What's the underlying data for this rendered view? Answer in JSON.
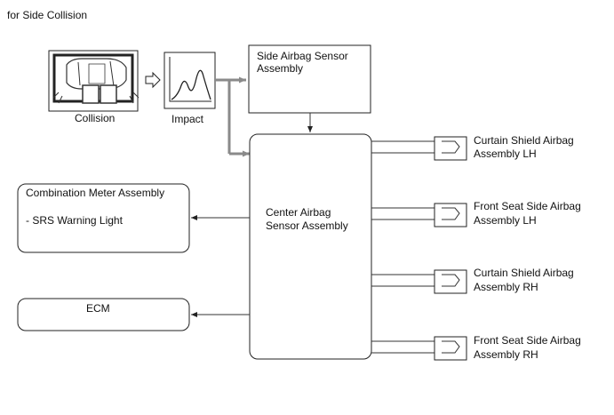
{
  "title": "for Side Collision",
  "collision": {
    "label": "Collision"
  },
  "impact": {
    "label": "Impact"
  },
  "side_sensor": {
    "line1": "Side Airbag Sensor",
    "line2": "Assembly"
  },
  "center_sensor": {
    "line1": "Center Airbag",
    "line2": "Sensor Assembly"
  },
  "meter": {
    "line1": "Combination Meter Assembly",
    "line2": "- SRS Warning Light"
  },
  "ecm": {
    "label": "ECM"
  },
  "airbags": [
    {
      "line1": "Curtain Shield Airbag",
      "line2": "Assembly LH"
    },
    {
      "line1": "Front Seat Side Airbag",
      "line2": "Assembly LH"
    },
    {
      "line1": "Curtain Shield Airbag",
      "line2": "Assembly RH"
    },
    {
      "line1": "Front Seat Side Airbag",
      "line2": "Assembly RH"
    }
  ]
}
